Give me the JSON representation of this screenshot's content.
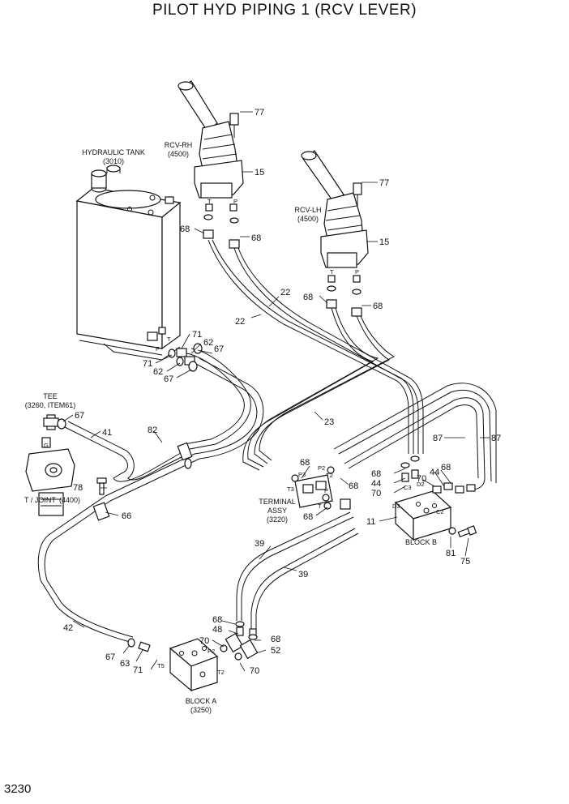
{
  "title": "PILOT HYD PIPING 1 (RCV LEVER)",
  "page_number": "3230",
  "assemblies": {
    "hydraulic_tank": {
      "name": "HYDRAULIC TANK",
      "ref": "(3010)"
    },
    "rcv_rh": {
      "name": "RCV-RH",
      "ref": "(4500)"
    },
    "rcv_lh": {
      "name": "RCV-LH",
      "ref": "(4500)"
    },
    "tee": {
      "name": "TEE",
      "ref": "(3260, ITEM61)"
    },
    "t_joint": {
      "name": "T / JOINT",
      "ref": "(4400)"
    },
    "terminal_assy": {
      "name1": "TERMINAL",
      "name2": "ASSY",
      "ref": "(3220)"
    },
    "block_a": {
      "name": "BLOCK A",
      "ref": "(3250)"
    },
    "block_b": {
      "name": "BLOCK B"
    }
  },
  "port_labels": {
    "t": "T",
    "p": "P",
    "g": "G",
    "p2": "P2",
    "p3": "P3",
    "t2": "T2",
    "t3": "T3",
    "t5": "T5",
    "c2": "C2",
    "c3": "C3",
    "d2": "D2",
    "d3": "D3"
  },
  "callouts": {
    "n77": "77",
    "n15": "15",
    "n68": "68",
    "n22": "22",
    "n71": "71",
    "n62": "62",
    "n67": "67",
    "n41": "41",
    "n82": "82",
    "n23": "23",
    "n87": "87",
    "n70": "70",
    "n44": "44",
    "n78": "78",
    "n66": "66",
    "n11": "11",
    "n81": "81",
    "n75": "75",
    "n39": "39",
    "n42": "42",
    "n48": "48",
    "n52": "52",
    "n63": "63"
  }
}
